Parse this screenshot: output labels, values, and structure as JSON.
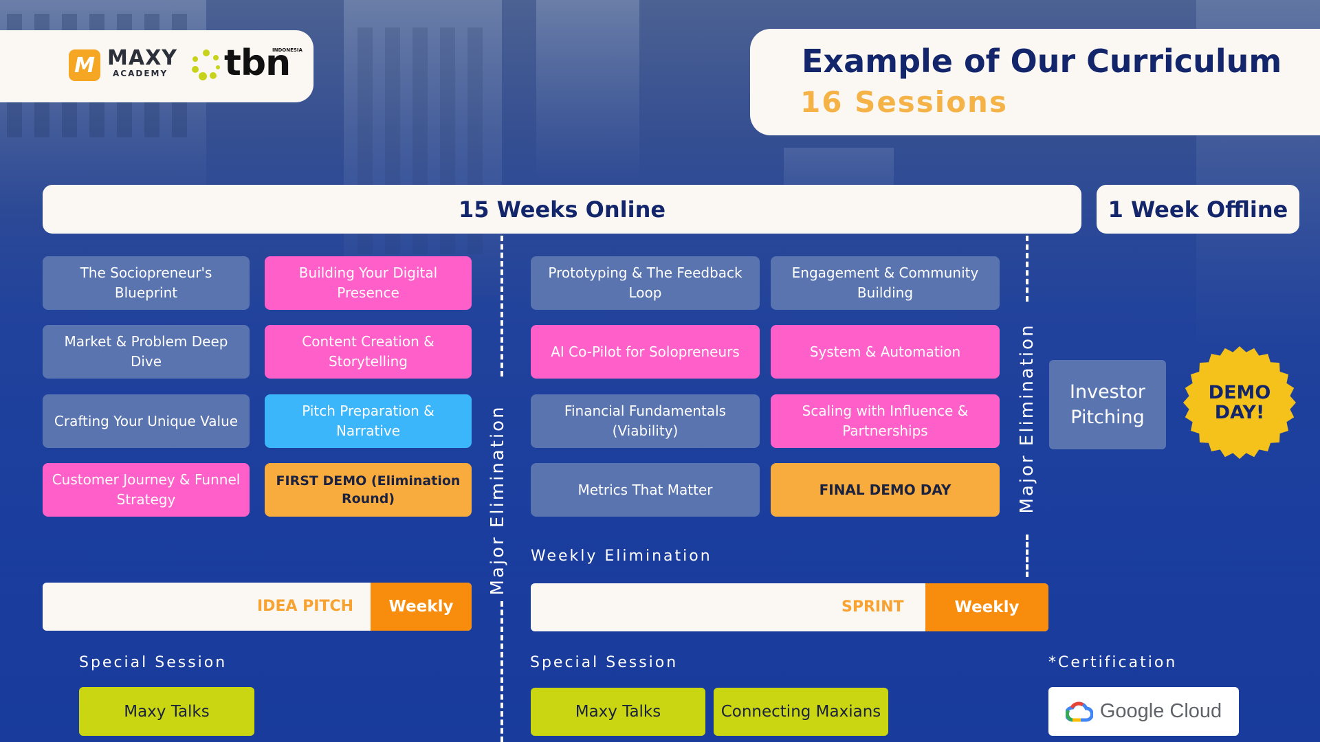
{
  "logos": {
    "maxy_mark": "M",
    "maxy_name": "MAXY",
    "maxy_sub": "ACADEMY",
    "tbn_name": "tbn",
    "tbn_sub": "INDONESIA"
  },
  "header": {
    "title": "Example of Our Curriculum",
    "subtitle": "16 Sessions"
  },
  "phases": {
    "online": "15 Weeks Online",
    "offline": "1 Week Offline"
  },
  "sessions": {
    "col1": [
      "The Sociopreneur's Blueprint",
      "Market & Problem Deep Dive",
      "Crafting Your Unique Value",
      "Customer Journey & Funnel Strategy"
    ],
    "col2": [
      "Building Your Digital Presence",
      "Content Creation & Storytelling",
      "Pitch Preparation & Narrative",
      "FIRST DEMO (Elimination Round)"
    ],
    "col3": [
      "Prototyping & The Feedback Loop",
      "AI Co-Pilot for Solopreneurs",
      "Financial Fundamentals (Viability)",
      "Metrics That Matter"
    ],
    "col4": [
      "Engagement & Community Building",
      "System & Automation",
      "Scaling with Influence & Partnerships",
      "FINAL DEMO DAY"
    ]
  },
  "eliminations": {
    "major_1": "Major Elimination",
    "major_2": "Major Elimination",
    "weekly": "Weekly Elimination"
  },
  "offline": {
    "investor": "Investor Pitching",
    "demo_day": "DEMO DAY!"
  },
  "pills": {
    "idea_pitch": "IDEA PITCH",
    "idea_freq": "Weekly",
    "sprint": "SPRINT",
    "sprint_freq": "Weekly"
  },
  "special": {
    "label_1": "Special Session",
    "label_2": "Special Session",
    "talk_1": "Maxy Talks",
    "talk_2": "Maxy Talks",
    "connect": "Connecting Maxians"
  },
  "certification": {
    "label": "*Certification",
    "provider": "Google Cloud"
  },
  "colors": {
    "navy": "#13266b",
    "gold": "#f4b247",
    "slate": "#5a74b0",
    "pink": "#ff5fc8",
    "cyan": "#3cb6fb",
    "orange": "#f8ac3e",
    "lime": "#c9d611",
    "demo_badge": "#f5c21b"
  }
}
